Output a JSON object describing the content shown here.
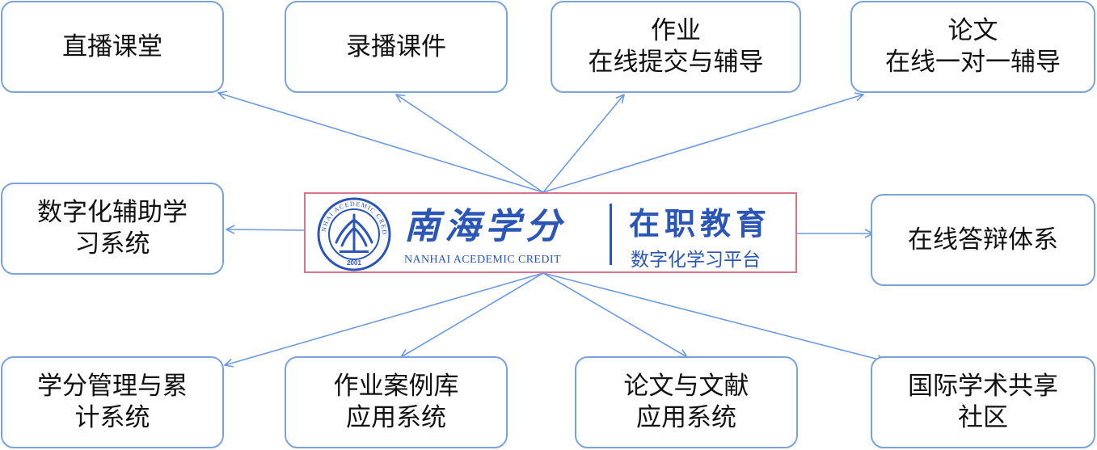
{
  "center": {
    "brand_cn": "南海学分",
    "brand_en": "NANHAI ACEDEMIC CREDIT",
    "tag": "在职教育",
    "subtag": "数字化学习平台",
    "seal_text": "NANHAI ACEDEMIC CREDIT",
    "seal_year": "2001"
  },
  "nodes": [
    {
      "id": "live-class",
      "lines": [
        "直播课堂"
      ]
    },
    {
      "id": "recorded-courseware",
      "lines": [
        "录播课件"
      ]
    },
    {
      "id": "homework-online",
      "lines": [
        "作业",
        "在线提交与辅导"
      ]
    },
    {
      "id": "thesis-online",
      "lines": [
        "论文",
        "在线一对一辅导"
      ]
    },
    {
      "id": "digital-learning",
      "lines": [
        "数字化辅助学",
        "习系统"
      ]
    },
    {
      "id": "online-defense",
      "lines": [
        "在线答辩体系"
      ]
    },
    {
      "id": "credit-management",
      "lines": [
        "学分管理与累",
        "计系统"
      ]
    },
    {
      "id": "homework-case-library",
      "lines": [
        "作业案例库",
        "应用系统"
      ]
    },
    {
      "id": "thesis-literature",
      "lines": [
        "论文与文献",
        "应用系统"
      ]
    },
    {
      "id": "academic-community",
      "lines": [
        "国际学术共享",
        "社区"
      ]
    }
  ],
  "colors": {
    "box_border": "#7aa3dc",
    "arrow": "#6b9be0",
    "center_border": "#d9748a",
    "brand": "#2b56b8"
  }
}
